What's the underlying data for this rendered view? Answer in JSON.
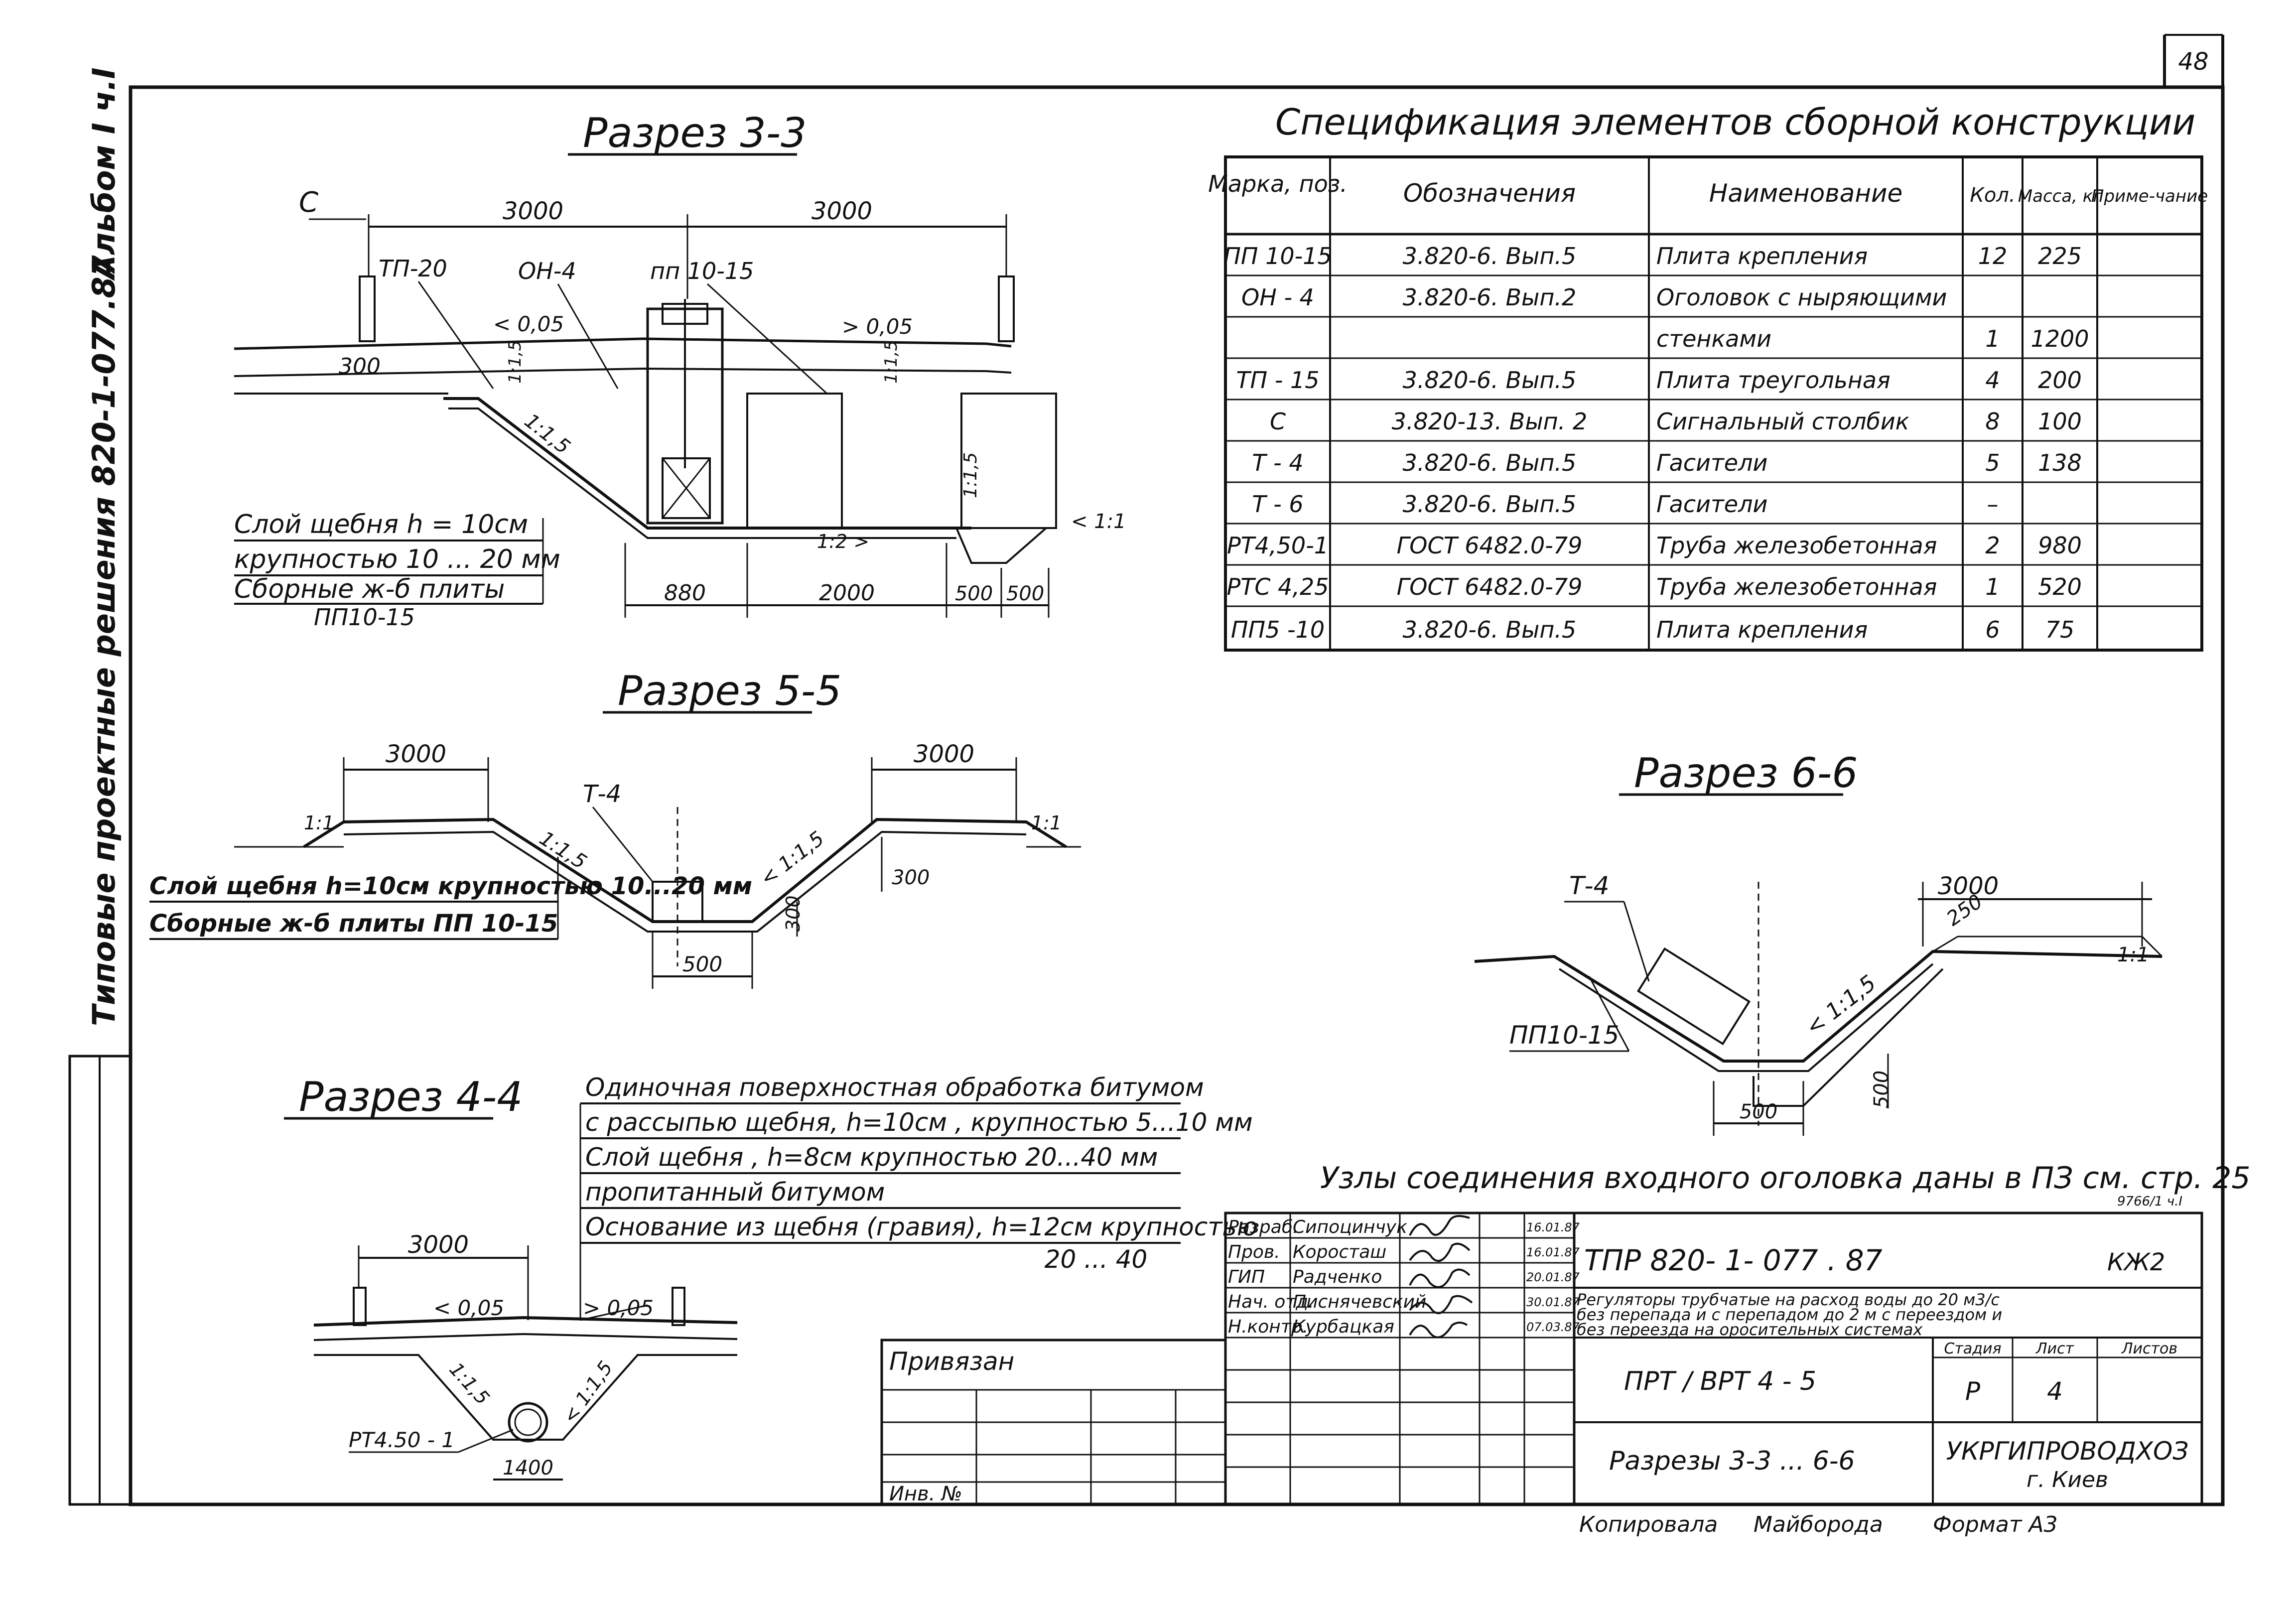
{
  "sheet_number": "48",
  "left_margin": {
    "series": "Типовые  проектные  решения 820-1-077.87",
    "album": "Альбом I ч.I"
  },
  "sections": {
    "s33": {
      "title": "Разрез 3-3",
      "dim_3000_left": "3000",
      "dim_3000_right": "3000",
      "dim_300": "300",
      "dim_880": "880",
      "dim_2000": "2000",
      "dim_500a": "500",
      "dim_500b": "500",
      "slope_005a": "< 0,05",
      "slope_005b": "> 0,05",
      "slope_15a": "1:1,5",
      "slope_15b": "1:1,5",
      "slope_15c": "1:1,5",
      "slope_15d": "1:1,5",
      "slope_12": "1:2 >",
      "slope_11": "< 1:1",
      "labels": {
        "c": "С",
        "tp20": "ТП-20",
        "on4": "ОН-4",
        "pp1015": "пп 10-15"
      },
      "layers": [
        "Слой  щебня  h = 10см",
        "крупностью 10 ... 20 мм",
        "Сборные  ж-б  плиты"
      ],
      "plate": "ПП10-15"
    },
    "s55": {
      "title": "Разрез 5-5",
      "dim_3000a": "3000",
      "dim_3000b": "3000",
      "label_t4": "Т-4",
      "slope_15a": "1:1,5",
      "slope_15b": "< 1:1,5",
      "slope_11a": "1:1",
      "slope_11b": "1:1",
      "dim_300a": "300",
      "dim_300b": "300",
      "dim_500": "500",
      "layers": [
        "Слой щебня h=10см крупностью 10...20 мм",
        "Сборные ж-б плиты  ПП 10-15"
      ]
    },
    "s44": {
      "title": "Разрез 4-4",
      "dim_3000": "3000",
      "slope_005a": "< 0,05",
      "slope_005b": "> 0,05",
      "slope_15a": "1:1,5",
      "slope_15b": "< 1:1,5",
      "pipe": "РТ4.50 - 1",
      "dim_1400": "1400",
      "notes": [
        "Одиночная  поверхностная  обработка  битумом",
        "с рассыпью щебня, h=10см , крупностью 5...10 мм",
        "Слой  щебня , h=8см крупностью  20...40 мм",
        "пропитанный  битумом",
        "Основание  из  щебня (гравия), h=12см крупностью",
        "20 ... 40"
      ]
    },
    "s66": {
      "title": "Разрез 6-6",
      "label_t4": "Т-4",
      "plate": "ПП10-15",
      "dim_3000": "3000",
      "dim_250": "250",
      "slope_15": "< 1:1,5",
      "slope_11": "1:1",
      "dim_500a": "500",
      "dim_500b": "500"
    }
  },
  "spec": {
    "title": "Спецификация   элементов  сборной  конструкции",
    "headers": [
      "Марка, поз.",
      "Обозначения",
      "Наименование",
      "Кол.",
      "Масса, кг",
      "Приме-чание"
    ],
    "rows": [
      [
        "ПП 10-15",
        "3.820-6. Вып.5",
        "Плита  крепления",
        "12",
        "225",
        ""
      ],
      [
        "ОН - 4",
        "3.820-6. Вып.2",
        "Оголовок с ныряющими",
        "",
        "",
        ""
      ],
      [
        "",
        "",
        "стенками",
        "1",
        "1200",
        ""
      ],
      [
        "ТП - 15",
        "3.820-6. Вып.5",
        "Плита  треугольная",
        "4",
        "200",
        ""
      ],
      [
        "С",
        "3.820-13. Вып. 2",
        "Сигнальный  столбик",
        "8",
        "100",
        ""
      ],
      [
        "Т - 4",
        "3.820-6. Вып.5",
        "Гасители",
        "5",
        "138",
        ""
      ],
      [
        "Т - 6",
        "3.820-6. Вып.5",
        "Гасители",
        "–",
        "",
        ""
      ],
      [
        "РТ4,50-1",
        "ГОСТ 6482.0-79",
        "Труба железобетонная",
        "2",
        "980",
        ""
      ],
      [
        "РТС 4,25",
        "ГОСТ 6482.0-79",
        "Труба железобетонная",
        "1",
        "520",
        ""
      ],
      [
        "ПП5 -10",
        "3.820-6. Вып.5",
        "Плита  крепления",
        "6",
        "75",
        ""
      ]
    ]
  },
  "note_main": "Узлы  соединения  входного  оголовка  даны  в ПЗ  см. стр. 25",
  "note_small": "9766/1 ч.I",
  "title_block": {
    "roles": [
      "Разраб.",
      "Пров.",
      "ГИП",
      "Нач. отд.",
      "Н.контр."
    ],
    "names": [
      "Сипоцинчук",
      "Коросташ",
      "Радченко",
      "Писнячевский",
      "Курбацкая"
    ],
    "dates": [
      "16.01.87",
      "16.01.87",
      "20.01.87",
      "30.01.87",
      "07.03.87"
    ],
    "code": "ТПР  820- 1-  077 . 87",
    "mark": "КЖ2",
    "description": [
      "Регуляторы трубчатые на расход воды до 20 м3/с",
      "без перепада и с перепадом до 2 м с переездом и",
      "без переезда на оросительных системах"
    ],
    "object": "ПРТ / ВРТ 4 - 5",
    "stage_h": "Стадия",
    "sheet_h": "Лист",
    "sheets_h": "Листов",
    "stage_v": "Р",
    "sheet_v": "4",
    "drawing_name": "Разрезы  3-3 ... 6-6",
    "org1": "УКРГИПРОВОДХОЗ",
    "org2": "г. Киев",
    "linked": "Привязан",
    "inv": "Инв. №",
    "copied_label": "Копировала",
    "copied_name": "Майборода",
    "format": "Формат  А3"
  }
}
